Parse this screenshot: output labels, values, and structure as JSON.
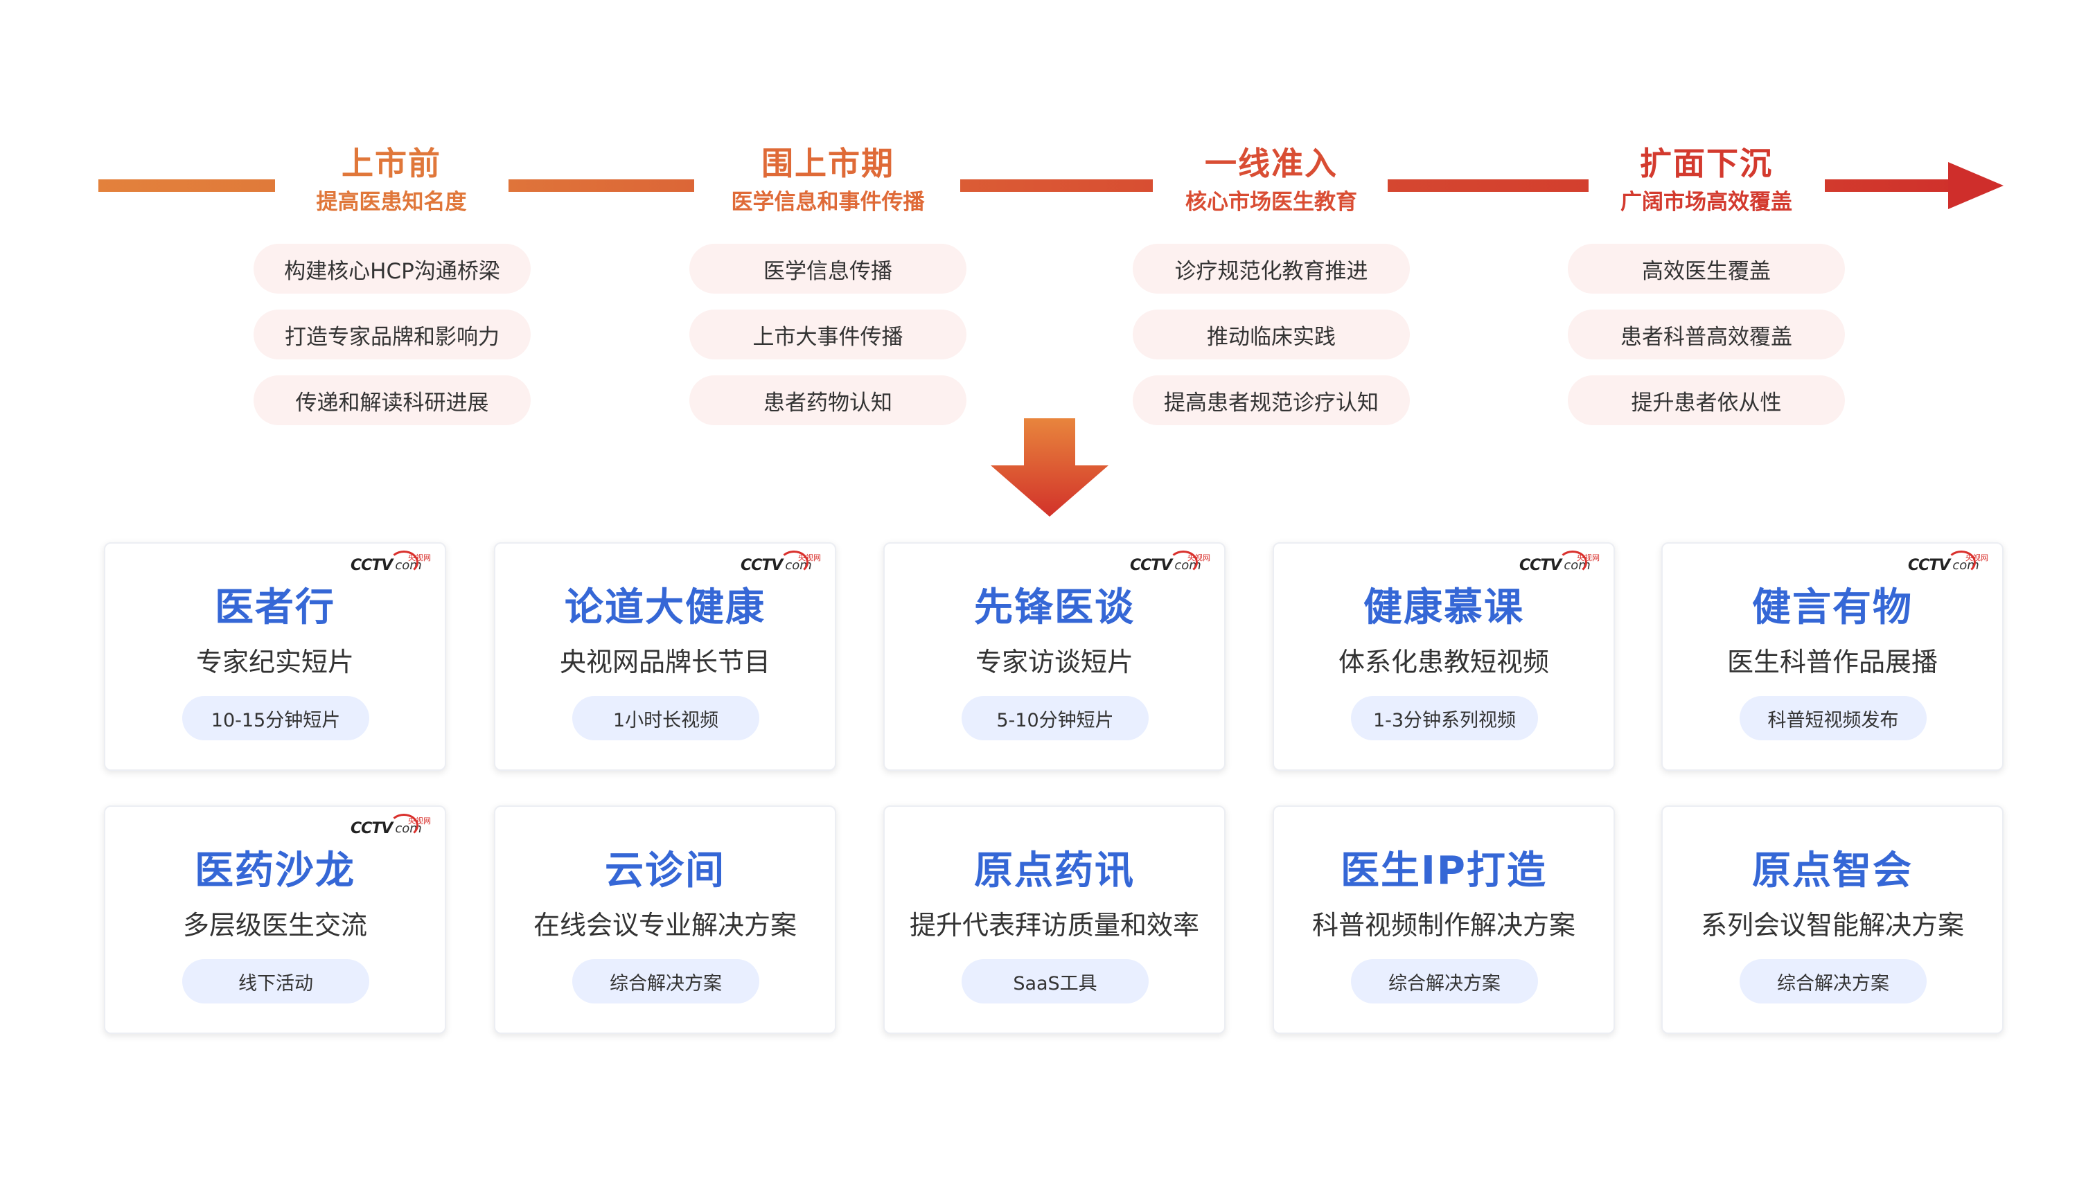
{
  "colors": {
    "stage_orange": "#e0773a",
    "stage_red": "#d33a2e",
    "card_title_blue": "#3567d6",
    "pill_bg": "#fdf1f0",
    "tag_bg": "#e9efff"
  },
  "stages": [
    {
      "title": "上市前",
      "subtitle": "提高医患知名度",
      "items": [
        "构建核心HCP沟通桥梁",
        "打造专家品牌和影响力",
        "传递和解读科研进展"
      ]
    },
    {
      "title": "围上市期",
      "subtitle": "医学信息和事件传播",
      "items": [
        "医学信息传播",
        "上市大事件传播",
        "患者药物认知"
      ]
    },
    {
      "title": "一线准入",
      "subtitle": "核心市场医生教育",
      "items": [
        "诊疗规范化教育推进",
        "推动临床实践",
        "提高患者规范诊疗认知"
      ]
    },
    {
      "title": "扩面下沉",
      "subtitle": "广阔市场高效覆盖",
      "items": [
        "高效医生覆盖",
        "患者科普高效覆盖",
        "提升患者依从性"
      ]
    }
  ],
  "logo": {
    "brand": "CCTV",
    "suffix": "com",
    "cn": "央视网"
  },
  "cards": [
    {
      "title": "医者行",
      "desc": "专家纪实短片",
      "tag": "10-15分钟短片",
      "logo": true
    },
    {
      "title": "论道大健康",
      "desc": "央视网品牌长节目",
      "tag": "1小时长视频",
      "logo": true
    },
    {
      "title": "先锋医谈",
      "desc": "专家访谈短片",
      "tag": "5-10分钟短片",
      "logo": true
    },
    {
      "title": "健康慕课",
      "desc": "体系化患教短视频",
      "tag": "1-3分钟系列视频",
      "logo": true
    },
    {
      "title": "健言有物",
      "desc": "医生科普作品展播",
      "tag": "科普短视频发布",
      "logo": true
    },
    {
      "title": "医药沙龙",
      "desc": "多层级医生交流",
      "tag": "线下活动",
      "logo": true
    },
    {
      "title": "云诊间",
      "desc": "在线会议专业解决方案",
      "tag": "综合解决方案",
      "logo": false
    },
    {
      "title": "原点药讯",
      "desc": "提升代表拜访质量和效率",
      "tag": "SaaS工具",
      "logo": false
    },
    {
      "title": "医生IP打造",
      "desc": "科普视频制作解决方案",
      "tag": "综合解决方案",
      "logo": false
    },
    {
      "title": "原点智会",
      "desc": "系列会议智能解决方案",
      "tag": "综合解决方案",
      "logo": false
    }
  ]
}
